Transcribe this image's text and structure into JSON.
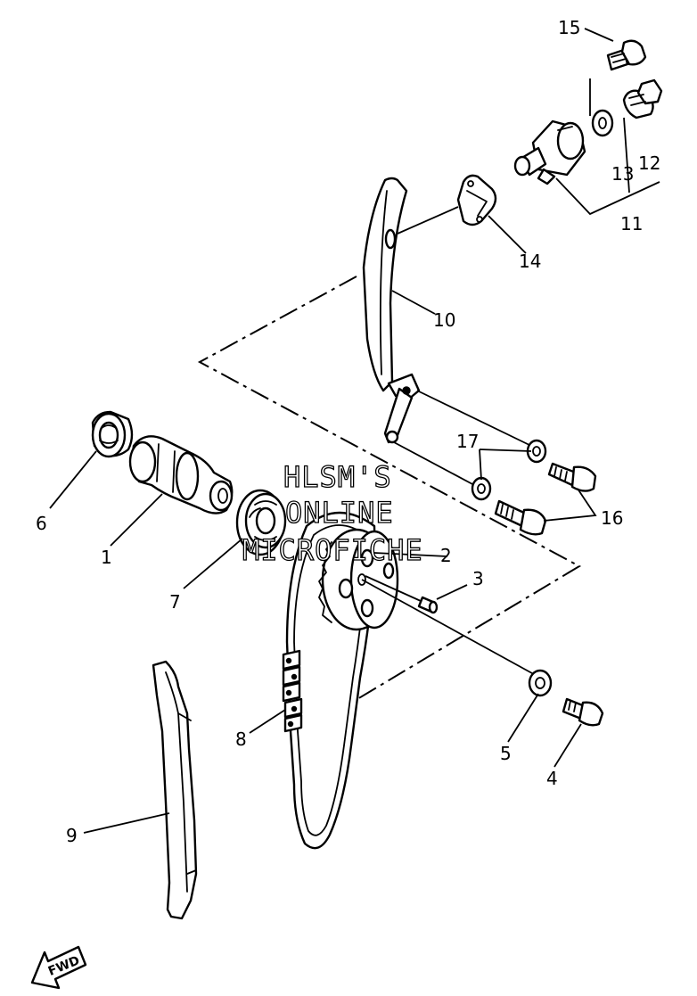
{
  "callouts": {
    "c1": "1",
    "c2": "2",
    "c3": "3",
    "c4": "4",
    "c5": "5",
    "c6": "6",
    "c7": "7",
    "c8": "8",
    "c9": "9",
    "c10": "10",
    "c11": "11",
    "c12": "12",
    "c13": "13",
    "c14": "14",
    "c15": "15",
    "c16": "16",
    "c17": "17"
  },
  "watermark": {
    "line1": "HLSM'S",
    "line2": "ONLINE",
    "line3": "MICROFICHE"
  },
  "direction_badge": "FWD"
}
